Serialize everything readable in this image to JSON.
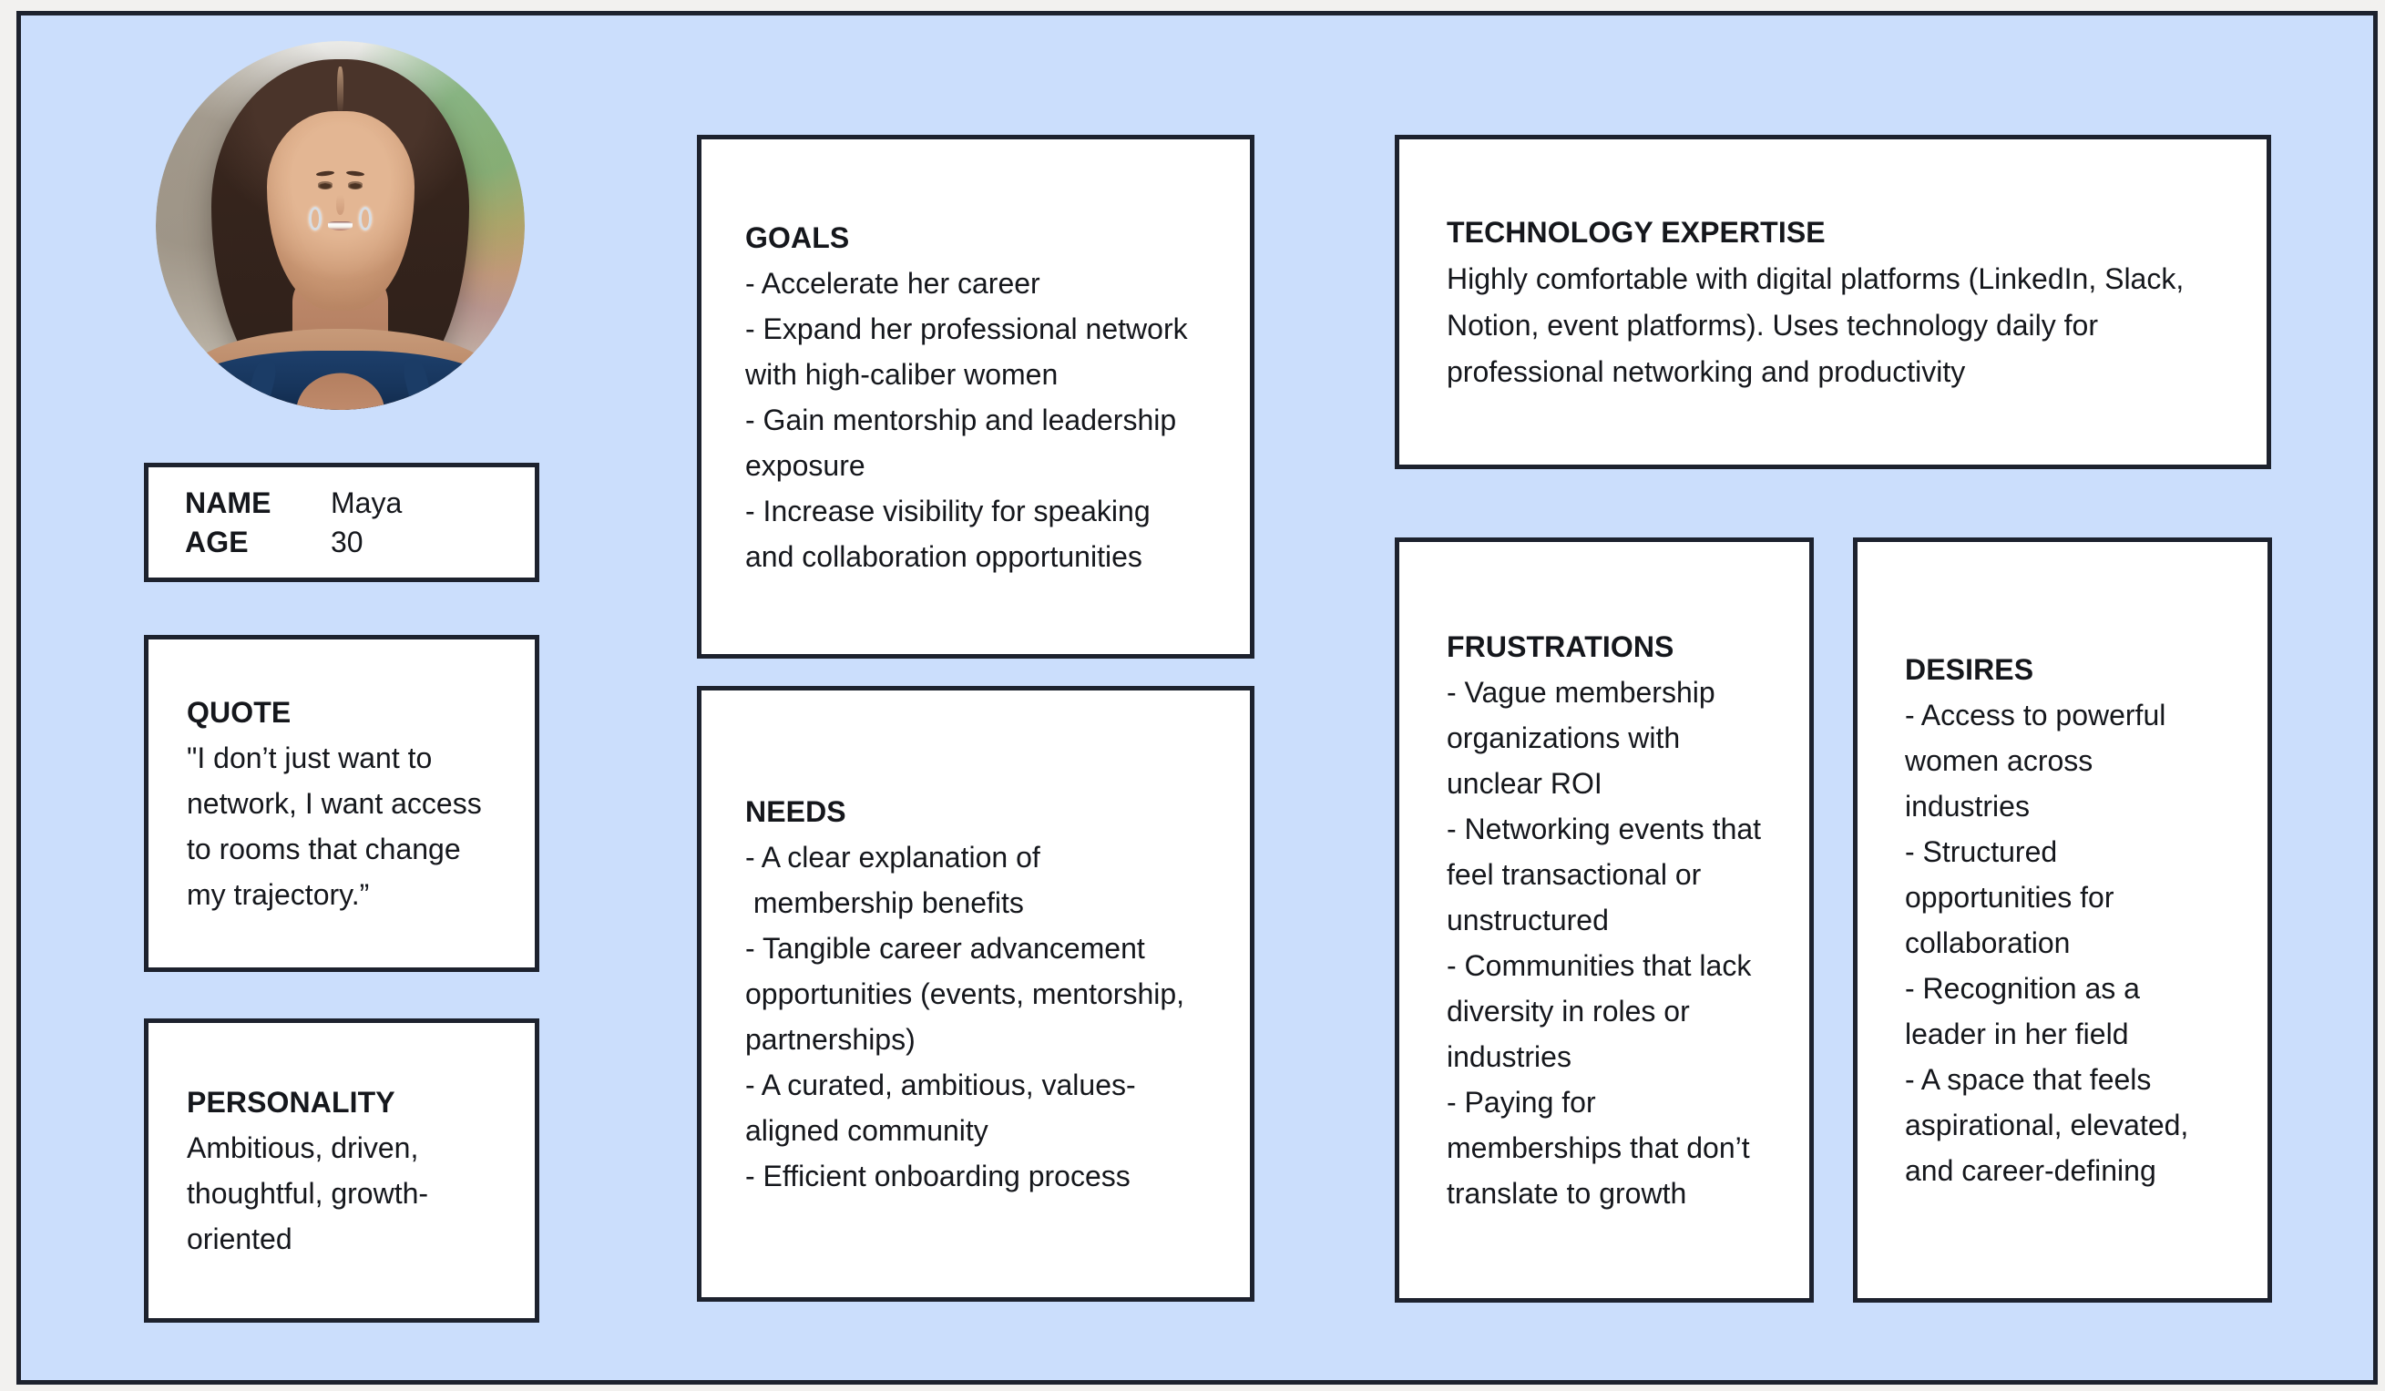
{
  "canvas": {
    "background_color": "#cbdefc",
    "border_color": "#1d222e",
    "card_background": "#ffffff",
    "text_color": "#15171c"
  },
  "portrait": {
    "icon": "portrait-photo",
    "description": "Circular headshot of a smiling woman with long dark center-parted hair, silver hoop earrings and a navy top, blurred street background"
  },
  "identity": {
    "name_label": "NAME",
    "name_value": "Maya",
    "age_label": "AGE",
    "age_value": "30"
  },
  "quote": {
    "title": "QUOTE",
    "body": "\"I don’t just want to network, I want access to rooms that change my trajectory.”"
  },
  "personality": {
    "title": "PERSONALITY",
    "body": "Ambitious, driven, thoughtful, growth-oriented"
  },
  "goals": {
    "title": "GOALS",
    "body": "- Accelerate her career\n- Expand her professional network with high-caliber women\n- Gain mentorship and leadership exposure\n- Increase visibility for speaking and collaboration opportunities"
  },
  "needs": {
    "title": "NEEDS",
    "body": "- A clear explanation of\n membership benefits\n- Tangible career advancement opportunities (events, mentorship, partnerships)\n- A curated, ambitious, values-aligned community\n- Efficient onboarding process"
  },
  "technology_expertise": {
    "title": "TECHNOLOGY EXPERTISE",
    "body": "Highly comfortable with digital platforms (LinkedIn, Slack, Notion, event platforms). Uses technology daily for professional networking and productivity"
  },
  "frustrations": {
    "title": "FRUSTRATIONS",
    "body": "- Vague membership organizations with unclear ROI\n- Networking events that feel transactional or unstructured\n- Communities that lack diversity in roles or industries\n- Paying for memberships that don’t translate to growth"
  },
  "desires": {
    "title": "DESIRES",
    "body": "- Access to powerful women across industries\n- Structured opportunities for collaboration\n- Recognition as a leader in her field\n- A space that feels aspirational, elevated, and career-defining"
  }
}
